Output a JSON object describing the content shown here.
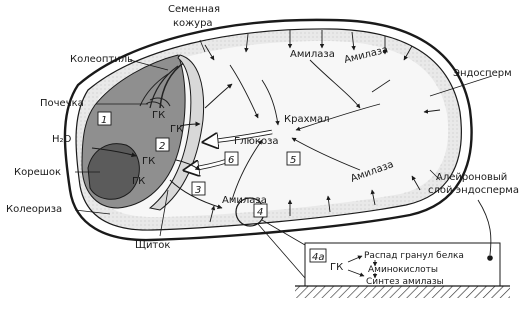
{
  "labels": {
    "seed_coat_line1": "Семенная",
    "seed_coat_line2": "кожура",
    "coleoptile": "Колеоптиль",
    "bud": "Почечка",
    "water": "H₂O",
    "root": "Корешок",
    "coleorhiza": "Колеориза",
    "scutellum": "Щиток",
    "endosperm": "Эндосперм",
    "aleurone_line1": "Алейроновый",
    "aleurone_line2": "слой эндосперма",
    "starch": "Крахмал",
    "glucose": "Глюкоза",
    "amylase_top1": "Амилаза",
    "amylase_top2": "Амилаза",
    "amylase_right": "Амилаза",
    "amylase_bottom": "Амилаза"
  },
  "hormone": "ГК",
  "step_numbers": [
    "1",
    "2",
    "3",
    "4",
    "5",
    "6",
    "4a"
  ],
  "inset": {
    "label": "4a",
    "hormone": "ГК",
    "line1": "Распад гранул белка",
    "line2": "Аминокислоты",
    "line3": "Синтез амилазы"
  }
}
